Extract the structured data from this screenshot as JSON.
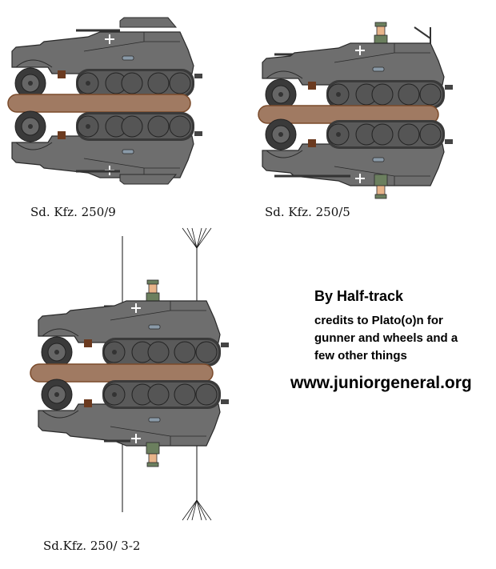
{
  "sheet": {
    "background": "#ffffff",
    "colors": {
      "hull": "#6e6e6e",
      "hull_outline": "#2a2a2a",
      "base": "#a07a62",
      "base_outline": "#7a4a2a",
      "wheel": "#555555",
      "cross": "#ffffff",
      "uniform": "#6b7f5e",
      "skin": "#e8b48a"
    }
  },
  "models": [
    {
      "id": "sdkfz-250-9",
      "label": "Sd. Kfz. 250/9",
      "crew": false,
      "antenna": false
    },
    {
      "id": "sdkfz-250-5",
      "label": "Sd. Kfz. 250/5",
      "crew": true,
      "antenna": false
    },
    {
      "id": "sdkfz-250-3-2",
      "label": "Sd.Kfz. 250/ 3-2",
      "crew": true,
      "antenna": true
    }
  ],
  "info": {
    "author": "By Half-track",
    "credits_lines": [
      "credits to Plato(o)n for",
      "gunner and wheels and a",
      "few other things"
    ],
    "website": "www.juniorgeneral.org"
  }
}
